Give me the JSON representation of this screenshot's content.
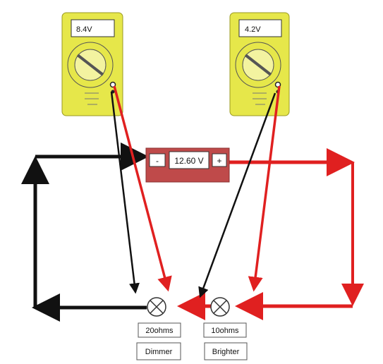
{
  "meters": [
    {
      "reading": "8.4V"
    },
    {
      "reading": "4.2V"
    }
  ],
  "battery": {
    "negative": "-",
    "voltage": "12.60 V",
    "positive": "+"
  },
  "bulbs": [
    {
      "resistance": "20ohms",
      "label": "Dimmer"
    },
    {
      "resistance": "10ohms",
      "label": "Brighter"
    }
  ],
  "colors": {
    "meter_body": "#e6e74a",
    "battery": "#bf4a4a",
    "wire_positive": "#e02020",
    "wire_negative": "#111111"
  }
}
